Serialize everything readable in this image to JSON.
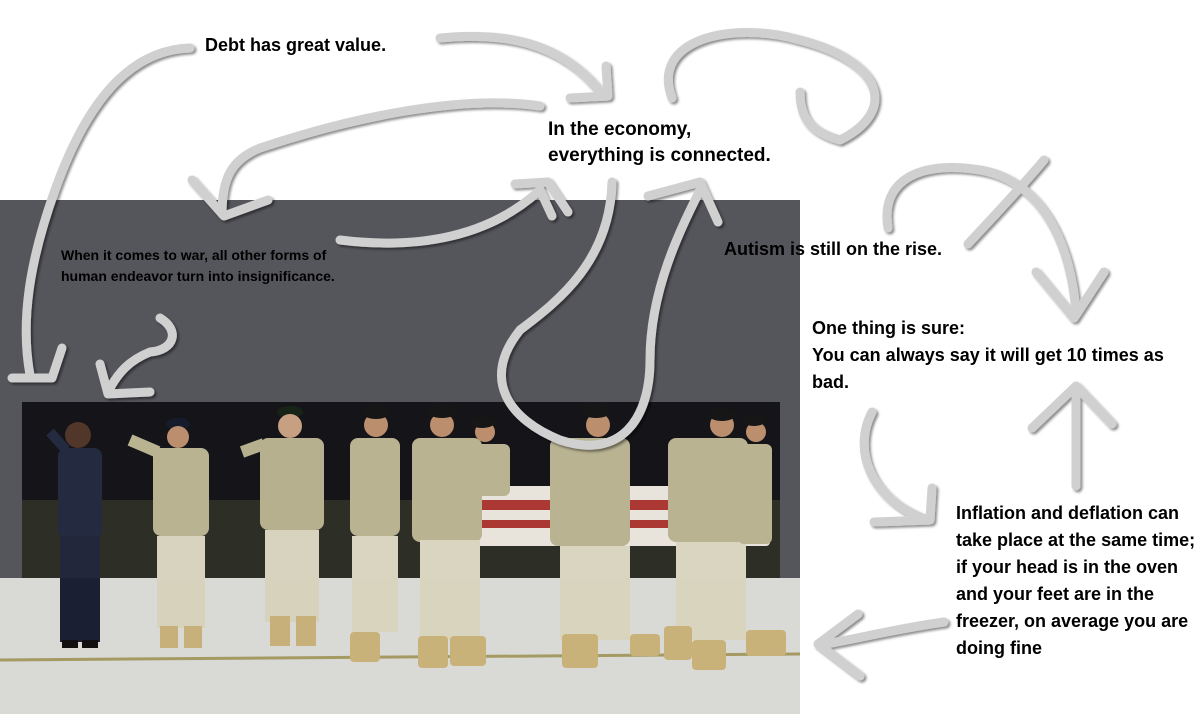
{
  "captions": {
    "debt": "Debt has great value.",
    "economy": "In the economy,\neverything is connected.",
    "war": "When it comes to war, all other forms of human endeavor turn into insignificance.",
    "autism": "Autism is still on the rise.",
    "sure": "One thing is sure:\nYou can always say it will get 10 times as bad.",
    "inflation": "Inflation and deflation can take place at the same time; if your head is in the oven and your feet are in the freezer, on average you are doing fine"
  },
  "colors": {
    "background": "#ffffff",
    "gray_panel": "#55555c",
    "night_sky": "#0b0b10",
    "tarmac": "#d9d9d6",
    "uniform_camo": "#b7b08e",
    "flag_red": "#a8302a",
    "stroke": "#d0d0d0"
  },
  "photo": {
    "subject": "military-dignified-transfer",
    "people": [
      "saluting-official-in-suit",
      "saluting-soldier-1",
      "saluting-soldier-2",
      "carry-team"
    ]
  }
}
